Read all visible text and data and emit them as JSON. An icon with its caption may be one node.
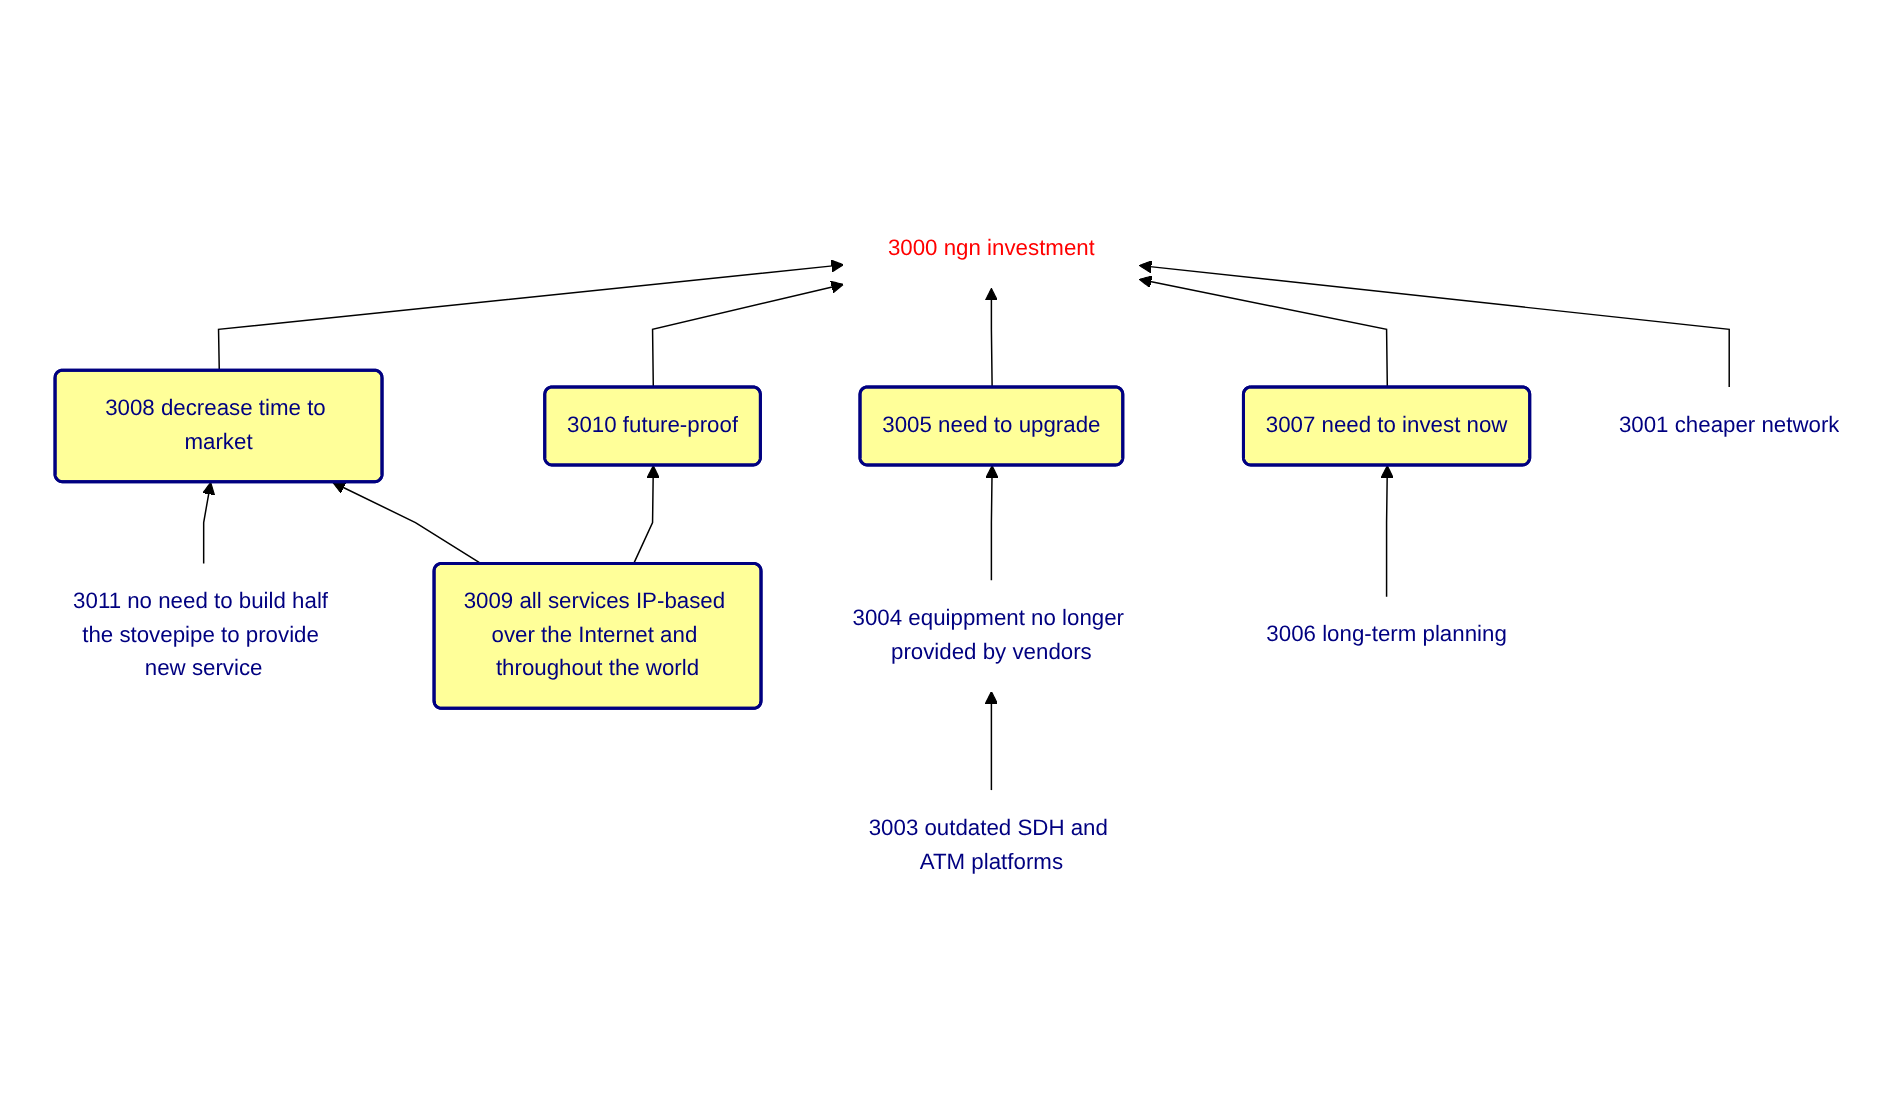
{
  "diagram": {
    "nodes": [
      {
        "text": [
          "3000 ngn investment"
        ]
      },
      {
        "text": [
          "3008 decrease time to market"
        ]
      },
      {
        "text": [
          "3001 cheaper network"
        ]
      },
      {
        "text": [
          "3010 future-proof"
        ]
      },
      {
        "text": [
          "3005 need to upgrade"
        ]
      },
      {
        "text": [
          "3007 need to invest now"
        ]
      },
      {
        "text": [
          "3011 no need to build half the stovepipe to provide new service"
        ]
      },
      {
        "text": [
          "3004 equippment no longer provided by vendors"
        ]
      },
      {
        "text": [
          "3006 long-term planning"
        ]
      },
      {
        "text": [
          "3009 all services IP-based over the Internet and throughout the world"
        ]
      },
      {
        "text": [
          "3003 outdated SDH and ATM platforms"
        ]
      }
    ],
    "edges": [
      {
        "from": 1,
        "to": 0,
        "arrow": "to"
      },
      {
        "from": 3,
        "to": 0,
        "arrow": "to"
      },
      {
        "from": 4,
        "to": 0,
        "arrow": "to"
      },
      {
        "from": 5,
        "to": 0,
        "arrow": "to"
      },
      {
        "from": 2,
        "to": 0,
        "arrow": "to"
      },
      {
        "from": 6,
        "to": 1,
        "arrow": "to"
      },
      {
        "from": 9,
        "to": 1,
        "arrow": "to"
      },
      {
        "from": 9,
        "to": 3,
        "arrow": "to"
      },
      {
        "from": 7,
        "to": 4,
        "arrow": "to"
      },
      {
        "from": 8,
        "to": 5,
        "arrow": "to"
      },
      {
        "from": 10,
        "to": 7,
        "arrow": "to"
      }
    ]
  }
}
